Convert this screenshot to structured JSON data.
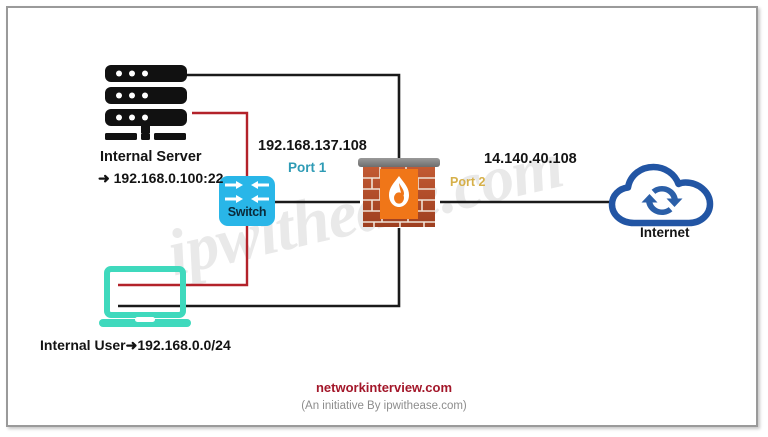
{
  "diagram": {
    "title": "Firewall port forwarding network diagram",
    "watermark_text": "ipwithease.com",
    "nodes": {
      "server": {
        "icon": "server-stack-icon",
        "label": "Internal Server",
        "ip": "➜ 192.168.0.100:22"
      },
      "user": {
        "icon": "laptop-icon",
        "label": "Internal User➜192.168.0.0/24"
      },
      "switch": {
        "icon": "network-switch-icon",
        "label": "Switch"
      },
      "firewall": {
        "icon": "firewall-brick-wall-icon",
        "port1_ip": "192.168.137.108",
        "port1_name": "Port 1",
        "port2_ip": "14.140.40.108",
        "port2_name": "Port 2"
      },
      "internet": {
        "icon": "cloud-sync-icon",
        "label": "Internet"
      }
    },
    "footer": {
      "brand": "networkinterview.com",
      "subtitle": "(An initiative By ipwithease.com)"
    },
    "colors": {
      "port1": "#2e9bb5",
      "port2": "#d6b04a",
      "brand": "#a3172a",
      "switch": "#29b6e8",
      "laptop": "#3fd9bd",
      "cloud": "#2255a4",
      "link_black": "#1a1a1a",
      "link_red": "#b3222a",
      "frame": "#9a9a9a"
    }
  }
}
